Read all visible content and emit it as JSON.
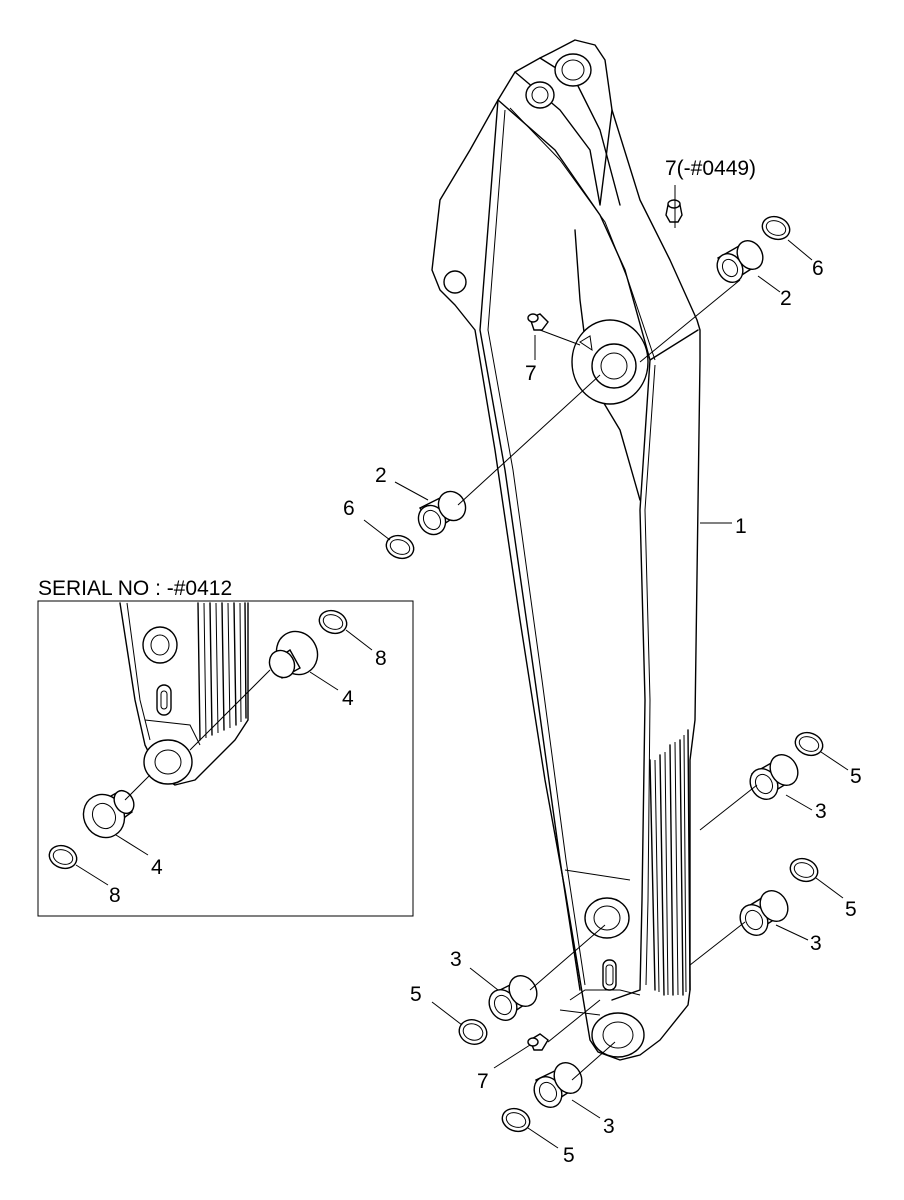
{
  "labels": {
    "arm": "1",
    "bushing_2": "2",
    "bushing_3": "3",
    "bushing_4": "4",
    "ring_5": "5",
    "ring_6": "6",
    "grease_fitting_7": "7",
    "grease_fitting_7_serial": "7(-#0449)",
    "ring_8": "8"
  },
  "inset": {
    "title": "SERIAL NO : -#0412"
  }
}
